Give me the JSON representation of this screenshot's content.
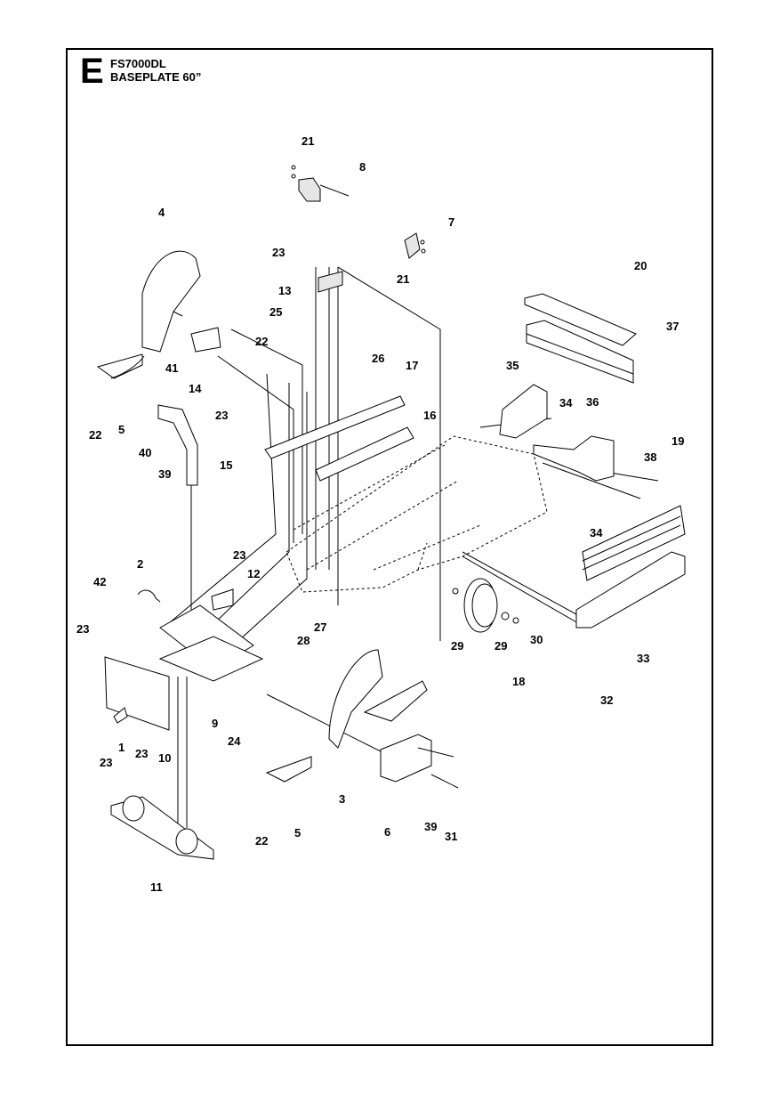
{
  "header": {
    "section_letter": "E",
    "model": "FS7000DL",
    "title": "BASEPLATE 60”"
  },
  "callouts": [
    "21",
    "8",
    "7",
    "21",
    "4",
    "23",
    "13",
    "25",
    "22",
    "20",
    "37",
    "41",
    "23",
    "14",
    "26",
    "17",
    "35",
    "22",
    "5",
    "40",
    "39",
    "15",
    "16",
    "36",
    "34",
    "38",
    "19",
    "34",
    "2",
    "23",
    "12",
    "42",
    "23",
    "27",
    "28",
    "29",
    "29",
    "30",
    "9",
    "24",
    "10",
    "1",
    "23",
    "23",
    "18",
    "33",
    "32",
    "3",
    "5",
    "22",
    "6",
    "39",
    "31",
    "11"
  ]
}
